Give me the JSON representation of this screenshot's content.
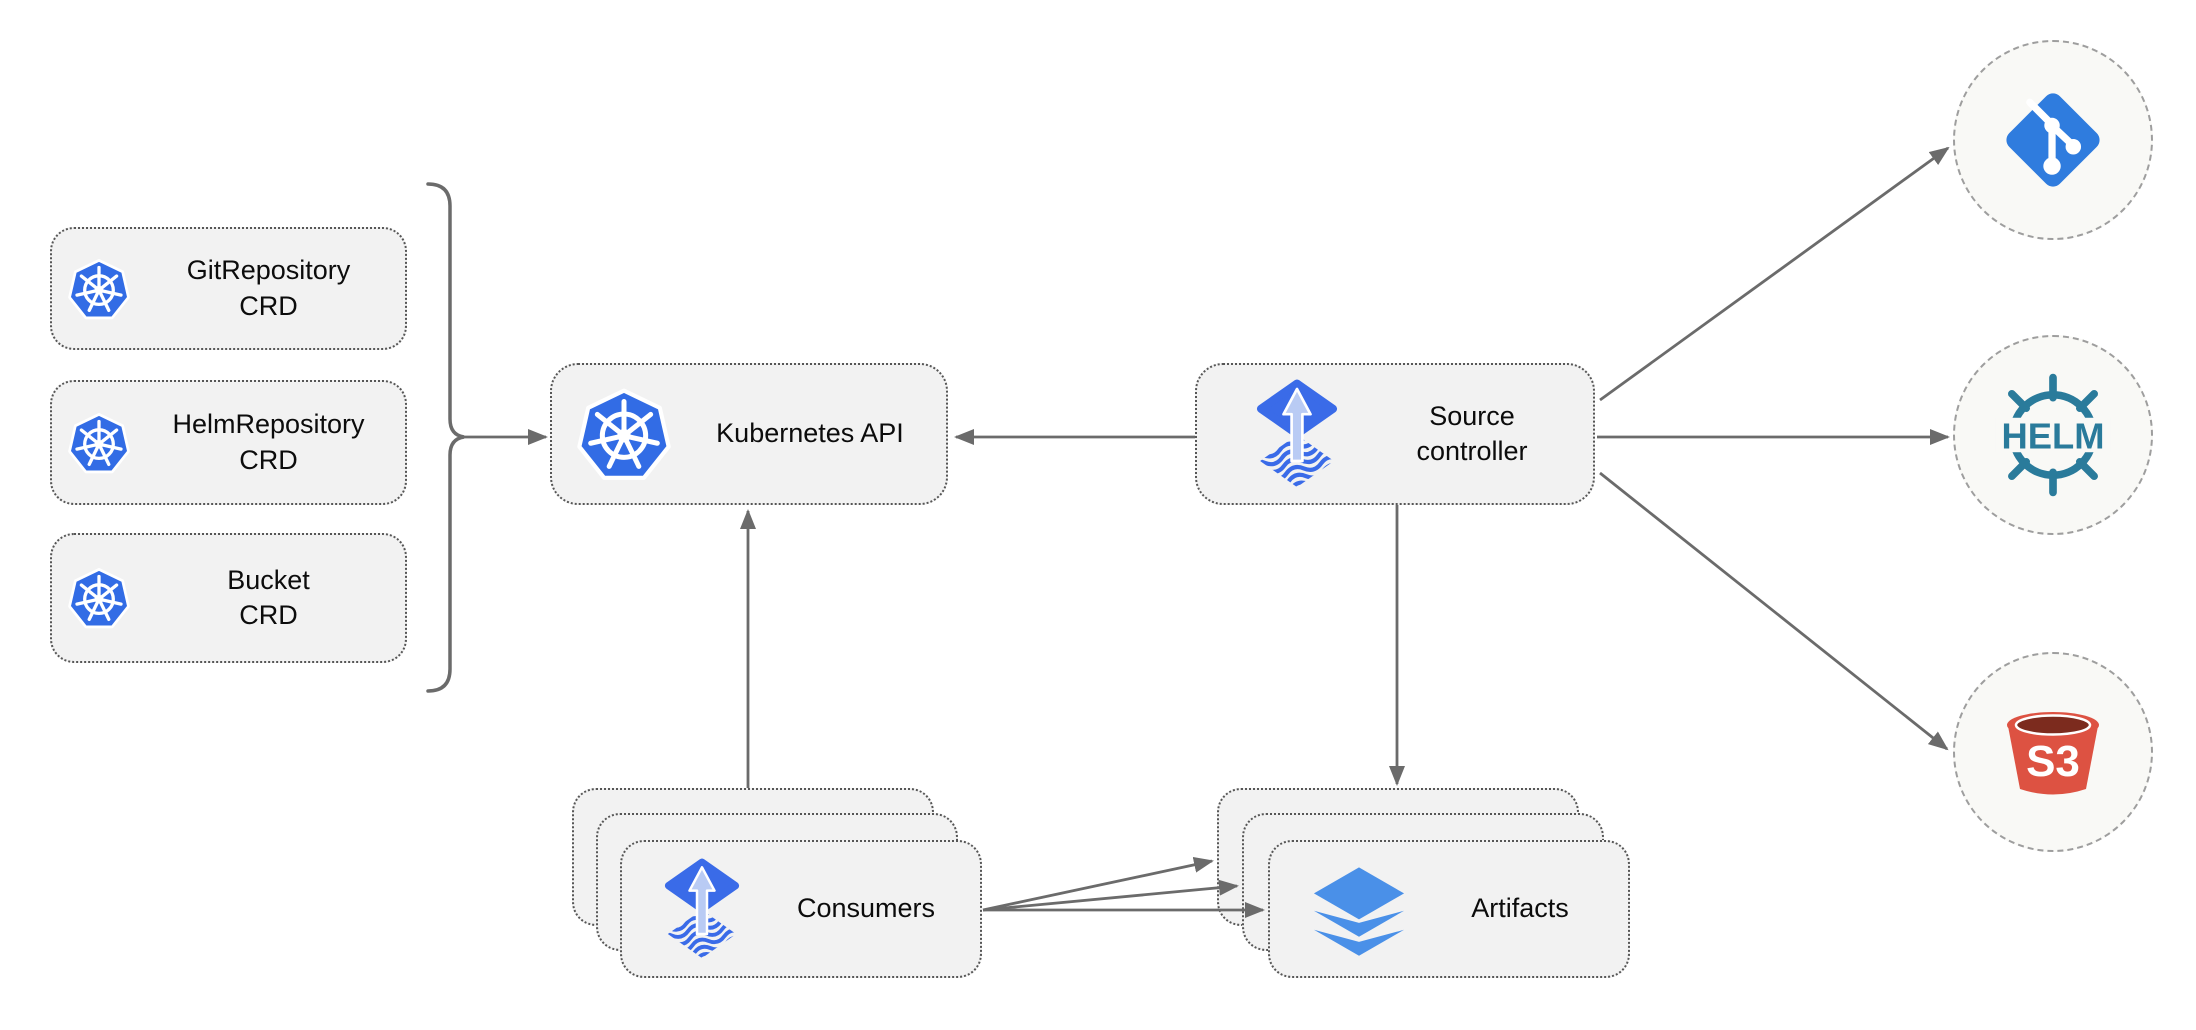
{
  "crd_boxes": [
    {
      "line1": "GitRepository",
      "line2": "CRD"
    },
    {
      "line1": "HelmRepository",
      "line2": "CRD"
    },
    {
      "line1": "Bucket",
      "line2": "CRD"
    }
  ],
  "kubernetes_api": {
    "label": "Kubernetes API"
  },
  "source_controller": {
    "line1": "Source",
    "line2": "controller"
  },
  "consumers": {
    "label": "Consumers"
  },
  "artifacts": {
    "label": "Artifacts"
  },
  "externals": {
    "git_icon": "git-logo",
    "helm_label": "HELM",
    "s3_label": "S3"
  },
  "colors": {
    "kubernetes_blue": "#326CE5",
    "flux_blue": "#3A6BE8",
    "flux_arrow_light": "#B9CBF4",
    "git_blue": "#2F7CDE",
    "helm_teal": "#2A7B9B",
    "s3_red": "#DD5242",
    "s3_dark_red": "#7C2B1E",
    "layers_blue": "#4A90E8",
    "connector_gray": "#6b6b6b",
    "node_fill": "#f2f2f2"
  }
}
